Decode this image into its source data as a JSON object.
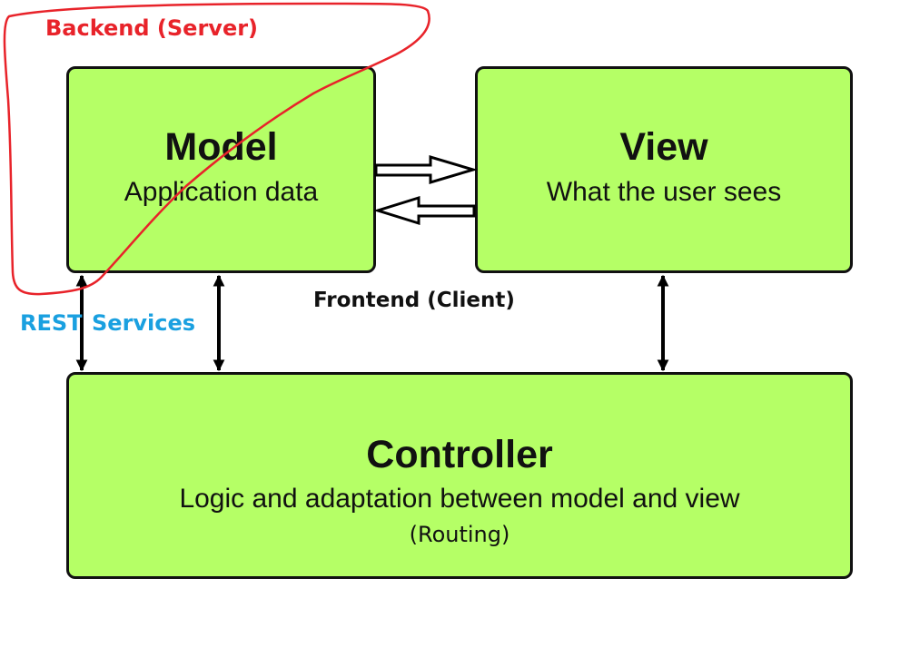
{
  "boxes": {
    "model": {
      "title": "Model",
      "subtitle": "Application data"
    },
    "view": {
      "title": "View",
      "subtitle": "What the user sees"
    },
    "controller": {
      "title": "Controller",
      "subtitle": "Logic and adaptation between model and view",
      "note": "(Routing)"
    }
  },
  "annotations": {
    "backend": "Backend (Server)",
    "frontend": "Frontend (Client)",
    "rest": "REST",
    "services": "Services"
  },
  "colors": {
    "box_fill": "#b5ff66",
    "box_border": "#111111",
    "backend_outline": "#e8232a",
    "rest_text": "#1aa0e0"
  }
}
